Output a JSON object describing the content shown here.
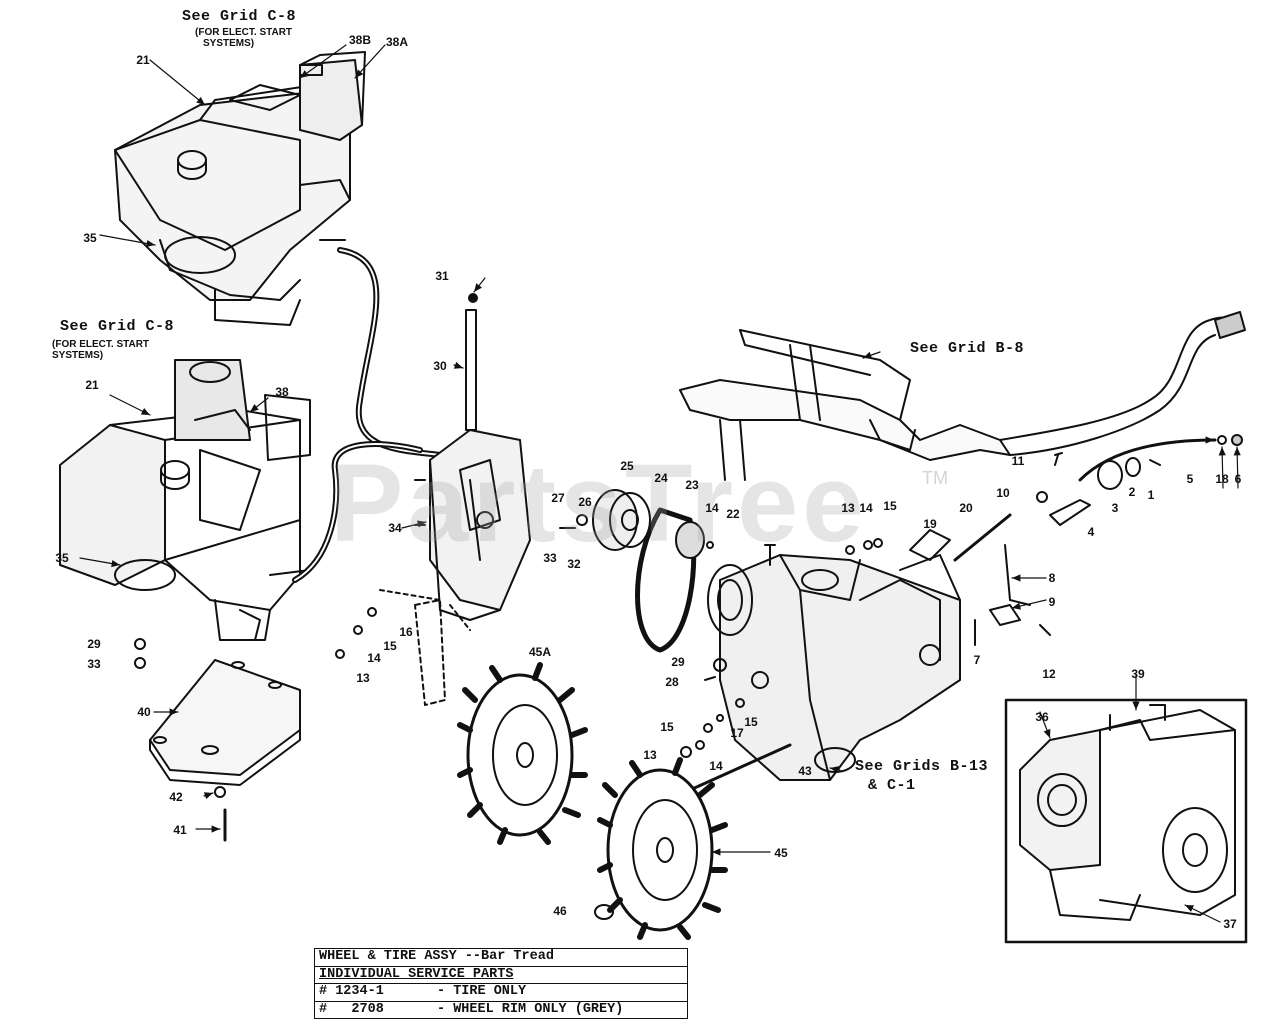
{
  "watermark": {
    "text": "PartsTree",
    "tm": "TM"
  },
  "notes": {
    "grid_c8_top": "See Grid C-8",
    "elect_start_top": "(FOR ELECT. START",
    "systems_top": "SYSTEMS)",
    "grid_c8_left": "See Grid C-8",
    "elect_start_left": "(FOR ELECT. START",
    "systems_left": "SYSTEMS)",
    "grid_b8": "See Grid B-8",
    "grids_b13": "See Grids B-13",
    "grids_c1": "& C-1"
  },
  "callouts": {
    "c21a": "21",
    "c38b": "38B",
    "c38a": "38A",
    "c35a": "35",
    "c21b": "21",
    "c38": "38",
    "c35b": "35",
    "c31": "31",
    "c30": "30",
    "c34": "34",
    "c27": "27",
    "c26": "26",
    "c25": "25",
    "c24": "24",
    "c23": "23",
    "c14a": "14",
    "c22": "22",
    "c33a": "33",
    "c32": "32",
    "c29a": "29",
    "c33b": "33",
    "c16": "16",
    "c15a": "15",
    "c14b": "14",
    "c13a": "13",
    "c40": "40",
    "c42": "42",
    "c41": "41",
    "c45a": "45A",
    "c45": "45",
    "c46": "46",
    "c13b": "13",
    "c14c": "14",
    "c15b": "15",
    "c29b": "29",
    "c28": "28",
    "c15c": "15",
    "c14d": "14",
    "c13c": "13",
    "c17": "17",
    "c15d": "15",
    "c43": "43",
    "c19": "19",
    "c20": "20",
    "c11": "11",
    "c10": "10",
    "c4": "4",
    "c3": "3",
    "c2": "2",
    "c1": "1",
    "c5": "5",
    "c18": "18",
    "c6": "6",
    "c8": "8",
    "c9": "9",
    "c7": "7",
    "c12": "12",
    "c36": "36",
    "c39": "39",
    "c37": "37"
  },
  "table": {
    "title": "WHEEL & TIRE ASSY --Bar Tread",
    "subtitle": "INDIVIDUAL SERVICE PARTS",
    "rows": [
      {
        "number": "# 1234-1",
        "description": "- TIRE ONLY"
      },
      {
        "number": "#   2708",
        "description": "- WHEEL RIM ONLY (GREY)"
      }
    ]
  }
}
